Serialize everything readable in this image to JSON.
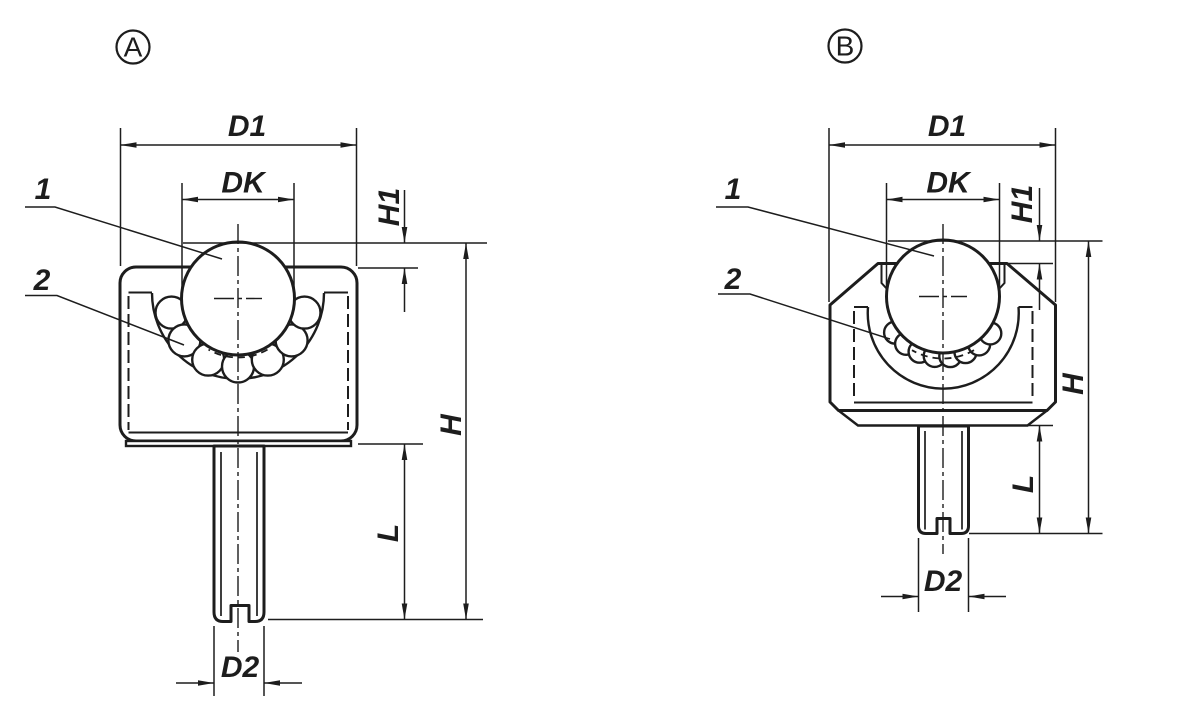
{
  "page": {
    "background_color": "#ffffff",
    "line_color": "#1d1d1d",
    "description": "Technical drawing of two ball transfer unit variants with stud mounting"
  },
  "views": [
    {
      "badge": "A",
      "callout_1": "1",
      "callout_2": "2",
      "dim_d1": "D1",
      "dim_dk": "DK",
      "dim_h1": "H1",
      "dim_h": "H",
      "dim_l": "L",
      "dim_d2": "D2"
    },
    {
      "badge": "B",
      "callout_1": "1",
      "callout_2": "2",
      "dim_d1": "D1",
      "dim_dk": "DK",
      "dim_h1": "H1",
      "dim_h": "H",
      "dim_l": "L",
      "dim_d2": "D2"
    }
  ]
}
